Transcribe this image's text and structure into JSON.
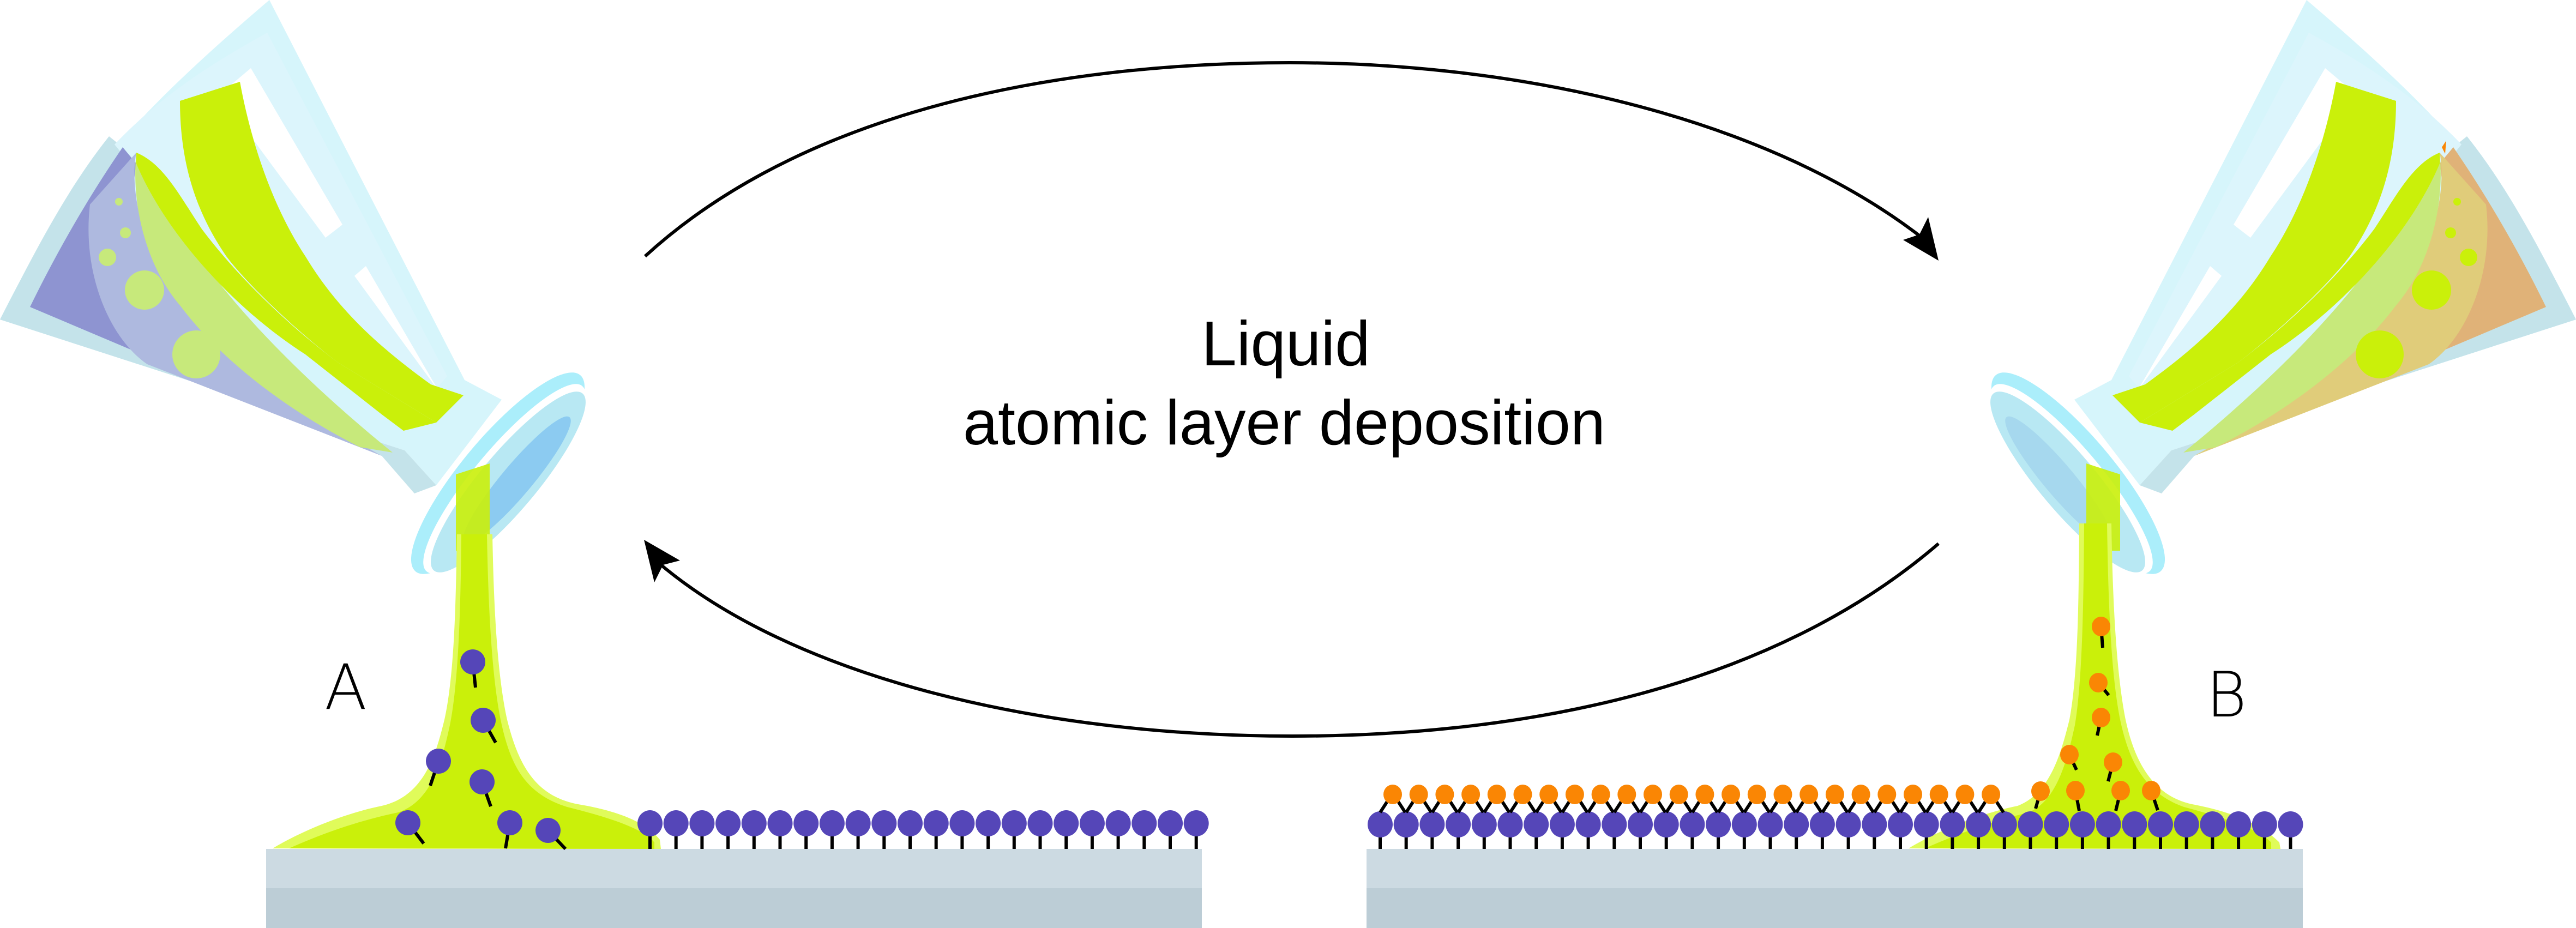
{
  "diagram": {
    "title_line1": "Liquid",
    "title_line2": "atomic layer deposition",
    "label_a": "A",
    "label_b": "B"
  },
  "colors": {
    "substrate_top": "#CCDAE2",
    "substrate_bottom": "#BCCDD6",
    "liquid": "#CAF00A",
    "liquid_edge": "#E0FB5A",
    "precursor_a": "#5546B8",
    "precursor_b": "#FA8604",
    "stick": "#000000",
    "glass_light": "#D6F5FB",
    "glass_mid": "#C4E3EA",
    "glass_rim": "#ABEEFB",
    "glass_rim_inner": "#B8E8F3",
    "glass_hole": "#8CCBF1",
    "flask_a_liquid_dark": "#8E94D1",
    "flask_a_liquid_light": "#AEB9DF",
    "flask_b_liquid_dark": "#E0B278",
    "flask_b_liquid_light": "#E0CC7A",
    "bubble_a": "#C7E97B",
    "bubble_b": "#CAF00A",
    "arrow": "#000000"
  },
  "stage_a": {
    "surface_layer_count": 22,
    "precursor_molecules_in_drop": 7
  },
  "stage_b": {
    "surface_layer_a_count": 36,
    "surface_layer_b_count": 24,
    "precursor_molecules_in_drop": 9
  },
  "arrows": [
    {
      "name": "arrow-a-to-b",
      "direction": "A → B (clockwise, top)"
    },
    {
      "name": "arrow-b-to-a",
      "direction": "B → A (clockwise, bottom)"
    }
  ]
}
